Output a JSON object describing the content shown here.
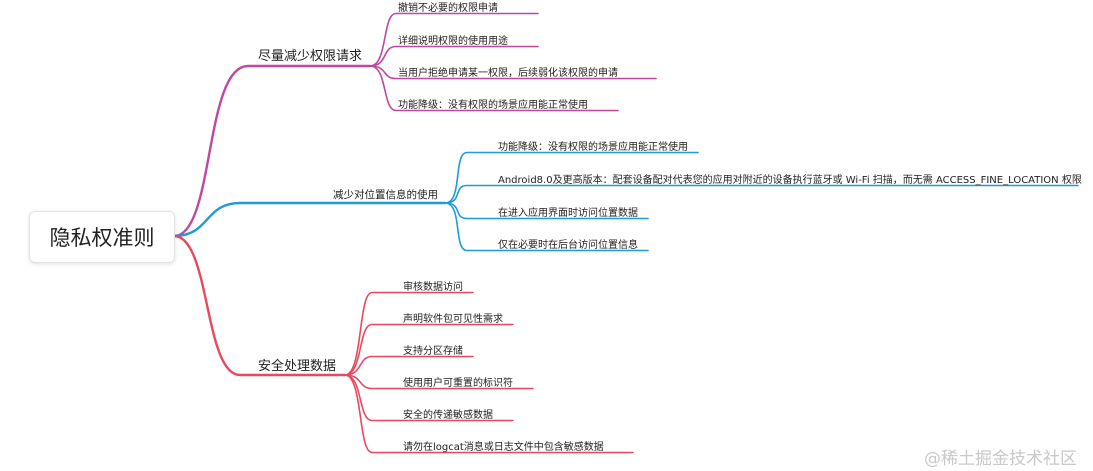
{
  "root": {
    "label": "隐私权准则"
  },
  "branches": [
    {
      "label": "尽量减少权限请求",
      "color": "#c2479f",
      "children": [
        "撤销不必要的权限申请",
        "详细说明权限的使用用途",
        "当用户拒绝申请某一权限，后续弱化该权限的申请",
        "功能降级：没有权限的场景应用能正常使用"
      ]
    },
    {
      "label": "减少对位置信息的使用",
      "color": "#1e9bd8",
      "children": [
        "功能降级：没有权限的场景应用能正常使用",
        "Android8.0及更高版本：配套设备配对代表您的应用对附近的设备执行蓝牙或 Wi-Fi 扫描，而无需 ACCESS_FINE_LOCATION 权限",
        "在进入应用界面时访问位置数据",
        "仅在必要时在后台访问位置信息"
      ]
    },
    {
      "label": "安全处理数据",
      "color": "#e8495e",
      "children": [
        "审核数据访问",
        "声明软件包可见性需求",
        "支持分区存储",
        "使用用户可重置的标识符",
        "安全的传递敏感数据",
        "请勿在logcat消息或日志文件中包含敏感数据"
      ]
    }
  ],
  "watermark": "@稀土掘金技术社区"
}
